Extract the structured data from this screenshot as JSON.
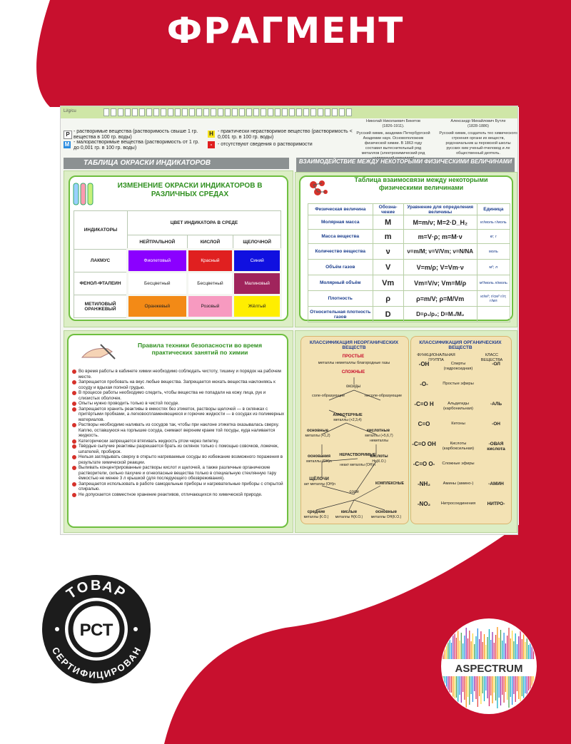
{
  "header": {
    "title": "ФРАГМЕНТ"
  },
  "colors": {
    "brand_red": "#c8102e",
    "panel_green": "#dceec5",
    "accent_green": "#2f8f1f"
  },
  "top_strip": {
    "label": "Li/g/cu"
  },
  "solubility_legend": {
    "items": [
      {
        "symbol": "Р",
        "text": "- растворимые вещества (растворимость свыше 1 гр. вещества в 100 гр. воды)"
      },
      {
        "symbol": "М",
        "text": "- малорастворимые вещества (растворимость от 1 гр. до 0,001 гр. в 100 гр. воды)"
      },
      {
        "symbol": "Н",
        "text": "- практически нерастворимое вещество (растворимость < 0,001 гр. в 100 гр. воды)"
      },
      {
        "symbol": "-",
        "text": "- отсутствуют сведения о растворимости"
      }
    ]
  },
  "portraits": [
    {
      "name": "Николай Николаевич Бекетов",
      "years": "(1826-1911).",
      "bio": "Русский химик, академик Петербургской Академии наук. Основоположник физической химии. В 1863 году составил вытеснительный ряд металлов (электрохимический ряд напряжений металлов)"
    },
    {
      "name": "Александр Михайлович Бутле",
      "years": "(1828-1886)",
      "bio": "Русский химик, создатель тео химического строения органи их веществ, родоначальник ш перовской школы русских хим ученый-пчеловод и ле общественный деятель."
    }
  ],
  "indicators": {
    "section_header": "ТАБЛИЦА ОКРАСКИ ИНДИКАТОРОВ",
    "title": "ИЗМЕНЕНИЕ ОКРАСКИ ИНДИКАТОРОВ В РАЗЛИЧНЫХ СРЕДАХ",
    "col_indicators": "ИНДИКАТОРЫ",
    "col_group": "ЦВЕТ ИНДИКАТОРА В СРЕДЕ",
    "cols": [
      "НЕЙТРАЛЬНОЙ",
      "КИСЛОЙ",
      "ЩЕЛОЧНОЙ"
    ],
    "rows": [
      {
        "name": "ЛАКМУС",
        "cells": [
          {
            "text": "Фиолетовый",
            "color": "#8b00ff",
            "fg": "#ffffff"
          },
          {
            "text": "Красный",
            "color": "#e02020",
            "fg": "#ffffff"
          },
          {
            "text": "Синий",
            "color": "#1010e0",
            "fg": "#ffffff"
          }
        ]
      },
      {
        "name": "ФЕНОЛ-ФТАЛЕИН",
        "cells": [
          {
            "text": "Бесцветный",
            "color": "#ffffff",
            "fg": "#222222"
          },
          {
            "text": "Бесцветный",
            "color": "#ffffff",
            "fg": "#222222"
          },
          {
            "text": "Малиновый",
            "color": "#a0245c",
            "fg": "#ffffff"
          }
        ]
      },
      {
        "name": "МЕТИЛОВЫЙ ОРАНЖЕВЫЙ",
        "cells": [
          {
            "text": "Оранжевый",
            "color": "#f38a16",
            "fg": "#222222"
          },
          {
            "text": "Розовый",
            "color": "#f79ac0",
            "fg": "#222222"
          },
          {
            "text": "Жёлтый",
            "color": "#ffee00",
            "fg": "#222222"
          }
        ]
      }
    ]
  },
  "physics": {
    "section_header": "ВЗАИМОДЕЙСТВИЕ МЕЖДУ НЕКОТОРЫМИ ФИЗИЧЕСКИМИ ВЕЛИЧИНАМИ",
    "title": "Таблица взаимосвязи между некоторыми физическими величинами",
    "headers": [
      "Физическая величина",
      "Обозна-чение",
      "Уравнение для определения величины",
      "Единица"
    ],
    "rows": [
      {
        "name": "Молярная масса",
        "sym": "M",
        "eq": "M=m/ν; M=2·D_H₂",
        "unit": "кг/моль г/моль"
      },
      {
        "name": "Масса вещества",
        "sym": "m",
        "eq": "m=V·ρ; m=M·ν",
        "unit": "кг; г"
      },
      {
        "name": "Количество вещества",
        "sym": "ν",
        "eq": "ν=m/M; ν=V/Vm; ν=N/NA",
        "unit": "моль"
      },
      {
        "name": "Объём газов",
        "sym": "V",
        "eq": "V=m/ρ; V=Vm·ν",
        "unit": "м³; л"
      },
      {
        "name": "Молярный объём",
        "sym": "Vm",
        "eq": "Vm=V/ν; Vm=M/ρ",
        "unit": "м³/моль л/моль"
      },
      {
        "name": "Плотность",
        "sym": "ρ",
        "eq": "ρ=m/V; ρ=M/Vm",
        "unit": "кг/м³; г/см³ г/л; г/мл"
      },
      {
        "name": "Относительная плотность газов",
        "sym": "D",
        "eq": "D=ρ₁/ρ₂; D=M₁/M₂",
        "unit": ""
      }
    ]
  },
  "safety": {
    "title": "Правила техники безопасности во время практических занятий по химии",
    "rules": [
      "Во время работы в кабинете химии необходимо соблюдать чистоту, тишину и порядок на рабочем месте.",
      "Запрещается пробовать на вкус любые вещества. Запрещается нюхать вещества наклоняясь к сосуду и вдыхая полной грудью.",
      "В процессе работы необходимо следить, чтобы вещества не попадали на кожу лица, рук и слизистых оболочек.",
      "Опыты нужно проводить только в чистой посуде.",
      "Запрещается хранить реактивы в емкостях без этикеток, растворы щелочей — в склянках с притёртыми пробками, а легковоспламеняющиеся и горючие жидкости — в сосудах из полимерных материалов.",
      "Растворы необходимо наливать из сосудов так, чтобы при наклоне этикетка оказывалась сверху. Каплю, оставшуюся на горлышке сосуда, снимают верхним краем той посуды, куда наливается жидкость.",
      "Категорически запрещается втягивать жидкость ртом через пипетку.",
      "Твёрдые сыпучие реактивы разрешается брать из склянок только с помощью совочков, ложечек, шпателей, пробирок.",
      "Нельзя заглядывать сверху в открыто нагреваемые сосуды во избежание возможного поражения в результате химической реакции.",
      "Выливать концентрированные растворы кислот и щелочей, а также различные органические растворители, сильно пахучие и огнеопасные вещества только в специальную стеклянную тару ёмкостью не менее 3 л крышкой (для последующего обезвреживания).",
      "Запрещается использовать в работе самодельные приборы и нагревательные приборы с открытой спиралью.",
      "Не допускается совместное хранение реактивов, отличающихся по химической природе."
    ]
  },
  "inorganic": {
    "title": "КЛАССИФИКАЦИЯ НЕОРГАНИЧЕСКИХ ВЕЩЕСТВ",
    "simple": "ПРОСТЫЕ",
    "simple_sub": "металлы неметаллы благородные газы",
    "complex": "СЛОЖНЫЕ",
    "oxides": "оксиды",
    "salt_forming": "соле-образующие",
    "non_salt_forming": "несоле-образующие",
    "amphoteric": "АМФОТЕРНЫЕ",
    "amphoteric_sub": "металлы (+2,3,4)",
    "basic": "основные",
    "basic_sub": "металлы (+1,2)",
    "acidic": "кислотные",
    "acidic_sub": "металлы (+5,6,7) неметаллы",
    "bases": "основания",
    "bases_sub": "металлы (OH)n",
    "acids": "кислоты",
    "acids_sub": "Hn(К.О.)",
    "insoluble": "НЕРАСТВОРИМЫЕ",
    "insoluble_sub": "неакт металлы (OH)n",
    "alkali": "ЩЁЛОЧИ",
    "alkali_sub": "акт металлы (OH)n",
    "salts": "соли",
    "complex_salts": "КОМПЛЕКСНЫЕ",
    "medium": "средние",
    "medium_sub": "металлы (К.О.)",
    "acidic_salts": "кислые",
    "acidic_salts_sub": "металлы H(К.О.)",
    "basic_salts": "основные",
    "basic_salts_sub": "металлы OH(К.О.)"
  },
  "organic": {
    "title": "КЛАССИФИКАЦИЯ ОРГАНИЧЕСКИХ ВЕЩЕСТВ",
    "headers": [
      "ФУНКЦИОНАЛЬНАЯ ГРУППА",
      "КЛАСС ВЕЩЕСТВА"
    ],
    "rows": [
      {
        "group": "-OH",
        "class": "Спирты (гидроксидная)",
        "suffix": "-ОЛ"
      },
      {
        "group": "-O-",
        "class": "Простые эфиры",
        "suffix": ""
      },
      {
        "group": "-C=O H",
        "class": "Альдегиды (карбонильная)",
        "suffix": "-АЛЬ"
      },
      {
        "group": "C=O",
        "class": "Кетоны",
        "suffix": "-ОН"
      },
      {
        "group": "-C=O OH",
        "class": "Кислоты (карбоксильная)",
        "suffix": "-ОВАЯ кислота"
      },
      {
        "group": "-C=O O-",
        "class": "Сложные эфиры",
        "suffix": ""
      },
      {
        "group": "-NH₂",
        "class": "Амины (амино-)",
        "suffix": "-АМИН"
      },
      {
        "group": "-NO₂",
        "class": "Нитросоединения",
        "suffix": "НИТРО-"
      }
    ]
  },
  "badge": {
    "top_text": "ТОВАР",
    "bottom_text": "СЕРТИФИЦИРОВАН",
    "center": "РСТ"
  },
  "brand": {
    "name": "ASPECTRUM"
  }
}
